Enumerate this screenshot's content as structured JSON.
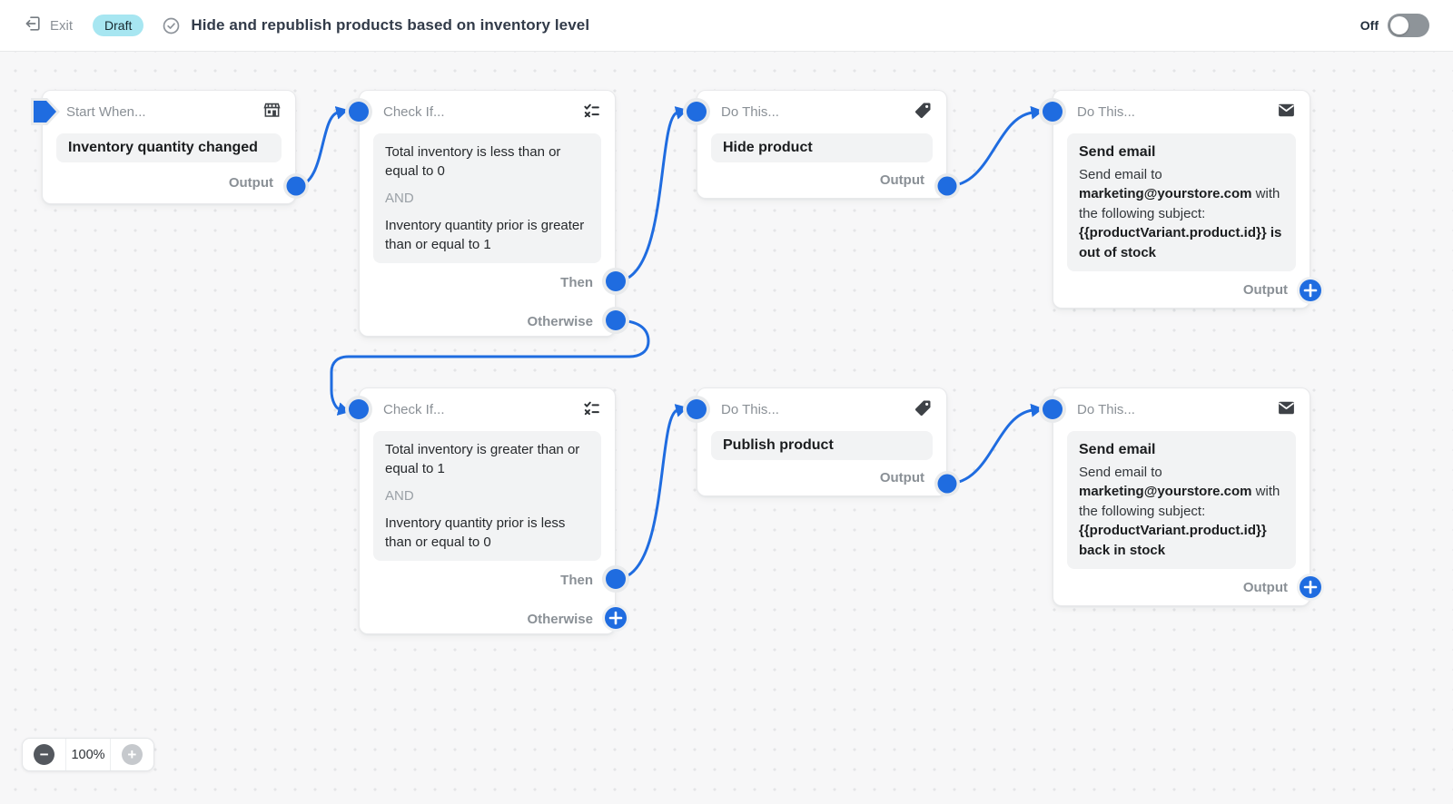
{
  "topbar": {
    "exit_label": "Exit",
    "status_badge": "Draft",
    "title": "Hide and republish products based on inventory level",
    "toggle_label": "Off"
  },
  "zoom_controls": {
    "minus": "−",
    "level": "100%",
    "plus": "+"
  },
  "nodes": {
    "trigger": {
      "header": "Start When...",
      "icon": "store-icon",
      "value": "Inventory quantity changed",
      "output_label": "Output"
    },
    "check_out_of_stock": {
      "header": "Check If...",
      "icon": "checklist-icon",
      "condition_a": "Total inventory is less than or equal to 0",
      "operator": "AND",
      "condition_b": "Inventory quantity prior is greater than or equal to 1",
      "then_label": "Then",
      "otherwise_label": "Otherwise"
    },
    "hide_product": {
      "header": "Do This...",
      "icon": "tag-icon",
      "value": "Hide product",
      "output_label": "Output"
    },
    "email_out_of_stock": {
      "header": "Do This...",
      "icon": "mail-icon",
      "title": "Send email",
      "body_segments": [
        {
          "text": "Send email to ",
          "bold": false
        },
        {
          "text": "marketing@yourstore.com",
          "bold": true
        },
        {
          "text": " with the following subject: ",
          "bold": false
        },
        {
          "text": "{{productVariant.product.id}} is out of stock",
          "bold": true
        }
      ],
      "output_label": "Output"
    },
    "check_back_in_stock": {
      "header": "Check If...",
      "icon": "checklist-icon",
      "condition_a": "Total inventory is greater than or equal to 1",
      "operator": "AND",
      "condition_b": "Inventory quantity prior is less than or equal to 0",
      "then_label": "Then",
      "otherwise_label": "Otherwise"
    },
    "publish_product": {
      "header": "Do This...",
      "icon": "tag-icon",
      "value": "Publish product",
      "output_label": "Output"
    },
    "email_back_in_stock": {
      "header": "Do This...",
      "icon": "mail-icon",
      "title": "Send email",
      "body_segments": [
        {
          "text": "Send email to ",
          "bold": false
        },
        {
          "text": "marketing@yourstore.com",
          "bold": true
        },
        {
          "text": " with the following subject: ",
          "bold": false
        },
        {
          "text": "{{productVariant.product.id}} back in stock",
          "bold": true
        }
      ],
      "output_label": "Output"
    }
  },
  "colors": {
    "accent_blue": "#1f6ce0",
    "badge_bg": "#a7e6f1",
    "canvas_bg": "#f7f7f8",
    "port_halo": "#e8eaec"
  }
}
